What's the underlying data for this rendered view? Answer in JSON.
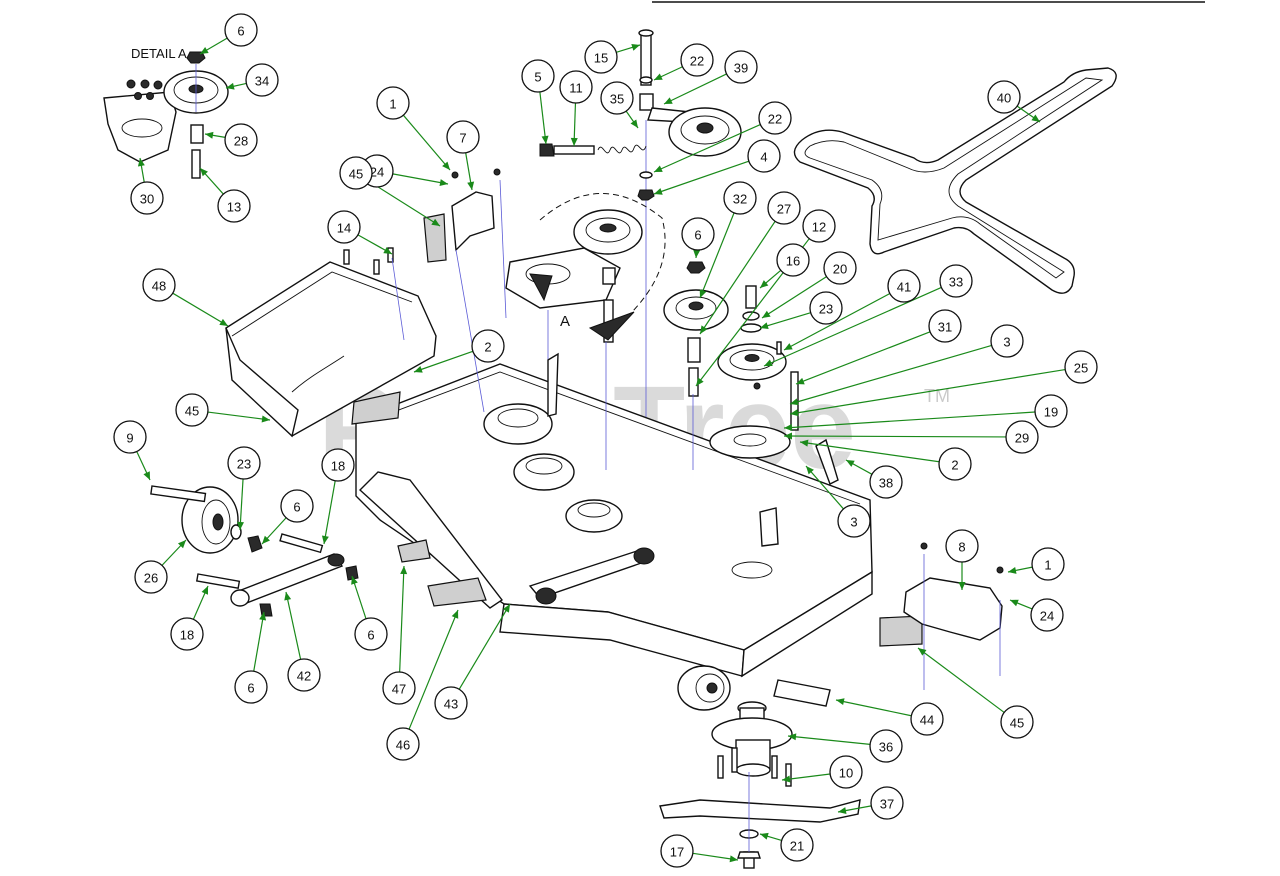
{
  "labels": {
    "detail": "DETAIL A",
    "view": "A",
    "watermark": "PartsTree",
    "trademark": "TM"
  },
  "callouts": [
    "6",
    "34",
    "28",
    "13",
    "30",
    "15",
    "22",
    "39",
    "5",
    "11",
    "35",
    "22",
    "4",
    "40",
    "1",
    "7",
    "24",
    "45",
    "32",
    "27",
    "12",
    "6",
    "16",
    "20",
    "23",
    "41",
    "33",
    "31",
    "3",
    "25",
    "19",
    "29",
    "2",
    "38",
    "3",
    "14",
    "48",
    "2",
    "45",
    "9",
    "23",
    "18",
    "6",
    "26",
    "18",
    "42",
    "6",
    "6",
    "47",
    "46",
    "43",
    "8",
    "1",
    "24",
    "45",
    "44",
    "36",
    "10",
    "37",
    "21",
    "17"
  ]
}
